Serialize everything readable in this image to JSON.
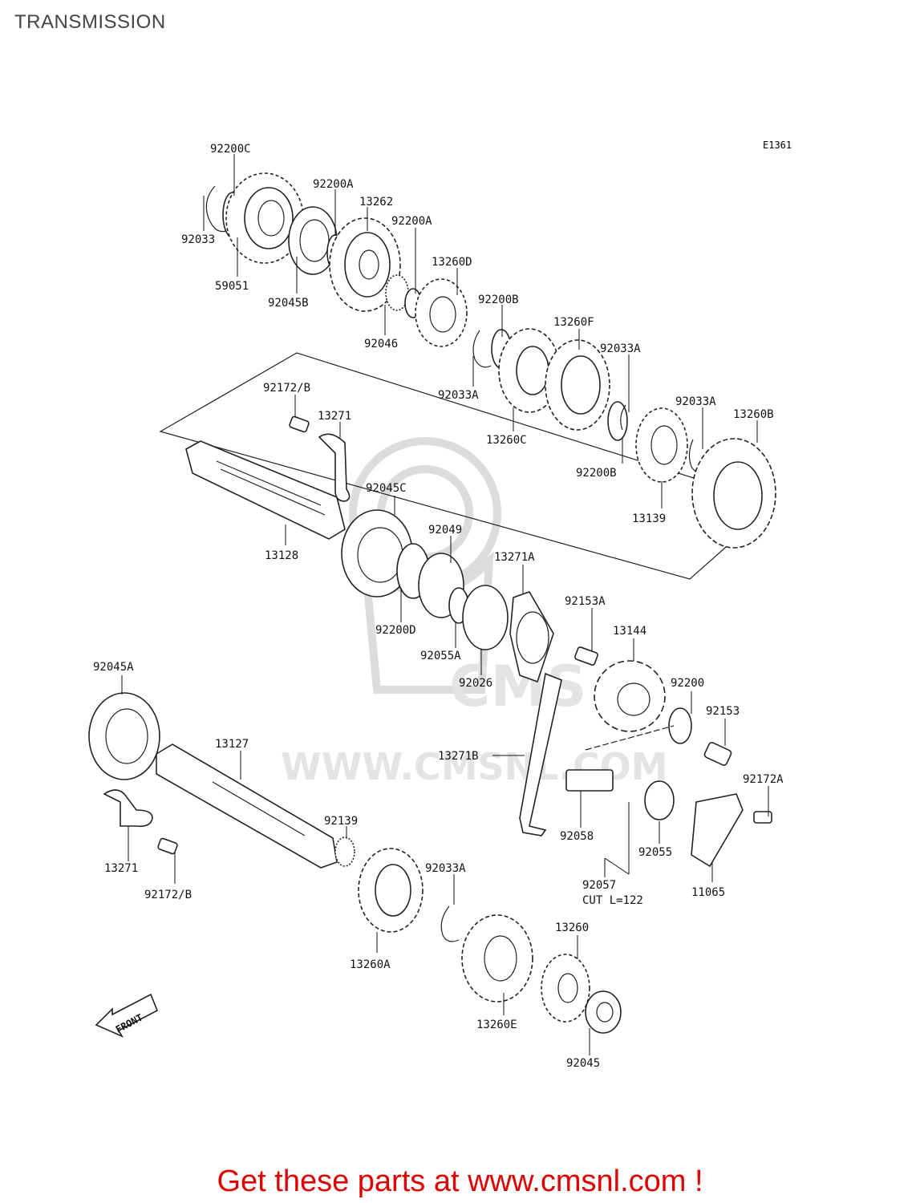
{
  "header": {
    "title": "TRANSMISSION"
  },
  "diagram_code": "E1361",
  "front_label": "FRONT",
  "watermark": {
    "brand": "CMS",
    "url": "WWW.CMSNL.COM"
  },
  "footer": {
    "text": "Get these parts at www.cmsnl.com !"
  },
  "parts": {
    "p92200C": "92200C",
    "p92033_top": "92033",
    "p59051": "59051",
    "p92200A_1": "92200A",
    "p13262": "13262",
    "p92200A_2": "92200A",
    "p92045B": "92045B",
    "p92046": "92046",
    "p13260D": "13260D",
    "p92200B_1": "92200B",
    "p92033A_1": "92033A",
    "p13260F": "13260F",
    "p92033A_2": "92033A",
    "p13260C": "13260C",
    "p92033A_3": "92033A",
    "p13260B": "13260B",
    "p92200B_2": "92200B",
    "p13139": "13139",
    "p92172B_1": "92172/B",
    "p13271_1": "13271",
    "p92045C": "92045C",
    "p13128": "13128",
    "p92049": "92049",
    "p13271A": "13271A",
    "p92153A": "92153A",
    "p13144": "13144",
    "p92200D": "92200D",
    "p92055A": "92055A",
    "p92026": "92026",
    "p92200": "92200",
    "p92153": "92153",
    "p92045A": "92045A",
    "p13127": "13127",
    "p13271B": "13271B",
    "p92172A": "92172A",
    "p92139": "92139",
    "p92058": "92058",
    "p92055": "92055",
    "p11065": "11065",
    "p13271_2": "13271",
    "p92172B_2": "92172/B",
    "p92033A_4": "92033A",
    "p92057": "92057",
    "p92057_cut": "CUT  L=122",
    "p13260": "13260",
    "p13260A": "13260A",
    "p13260E": "13260E",
    "p92045": "92045"
  }
}
